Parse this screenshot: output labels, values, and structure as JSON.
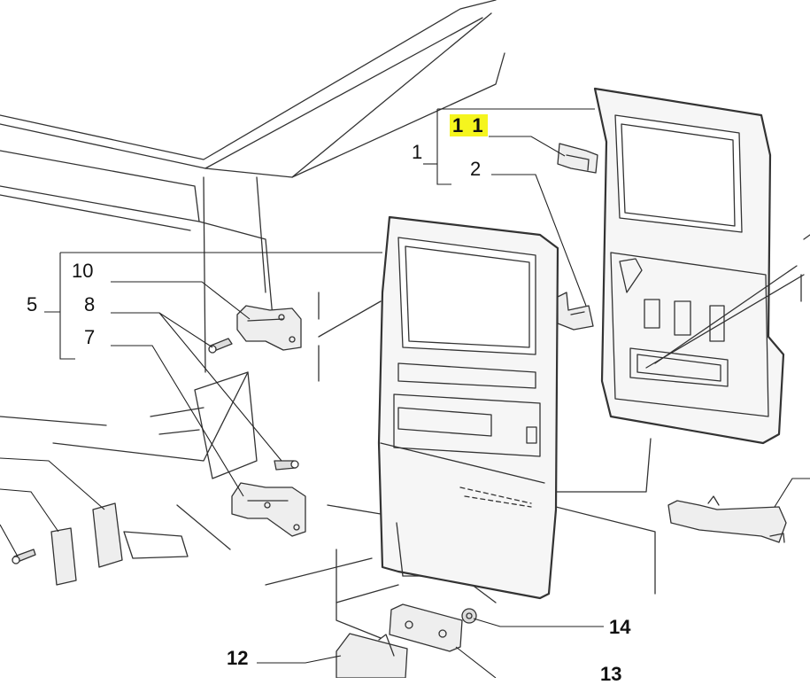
{
  "diagram": {
    "callouts": {
      "c1": "1",
      "c2": "2",
      "c5": "5",
      "c7": "7",
      "c8": "8",
      "c10": "10",
      "c11": "1 1",
      "c12": "12",
      "c13": "13",
      "c14": "14"
    },
    "highlight_color": "#f5f51e",
    "line_color": "#222222",
    "part_fill": "#f4f4f4"
  }
}
